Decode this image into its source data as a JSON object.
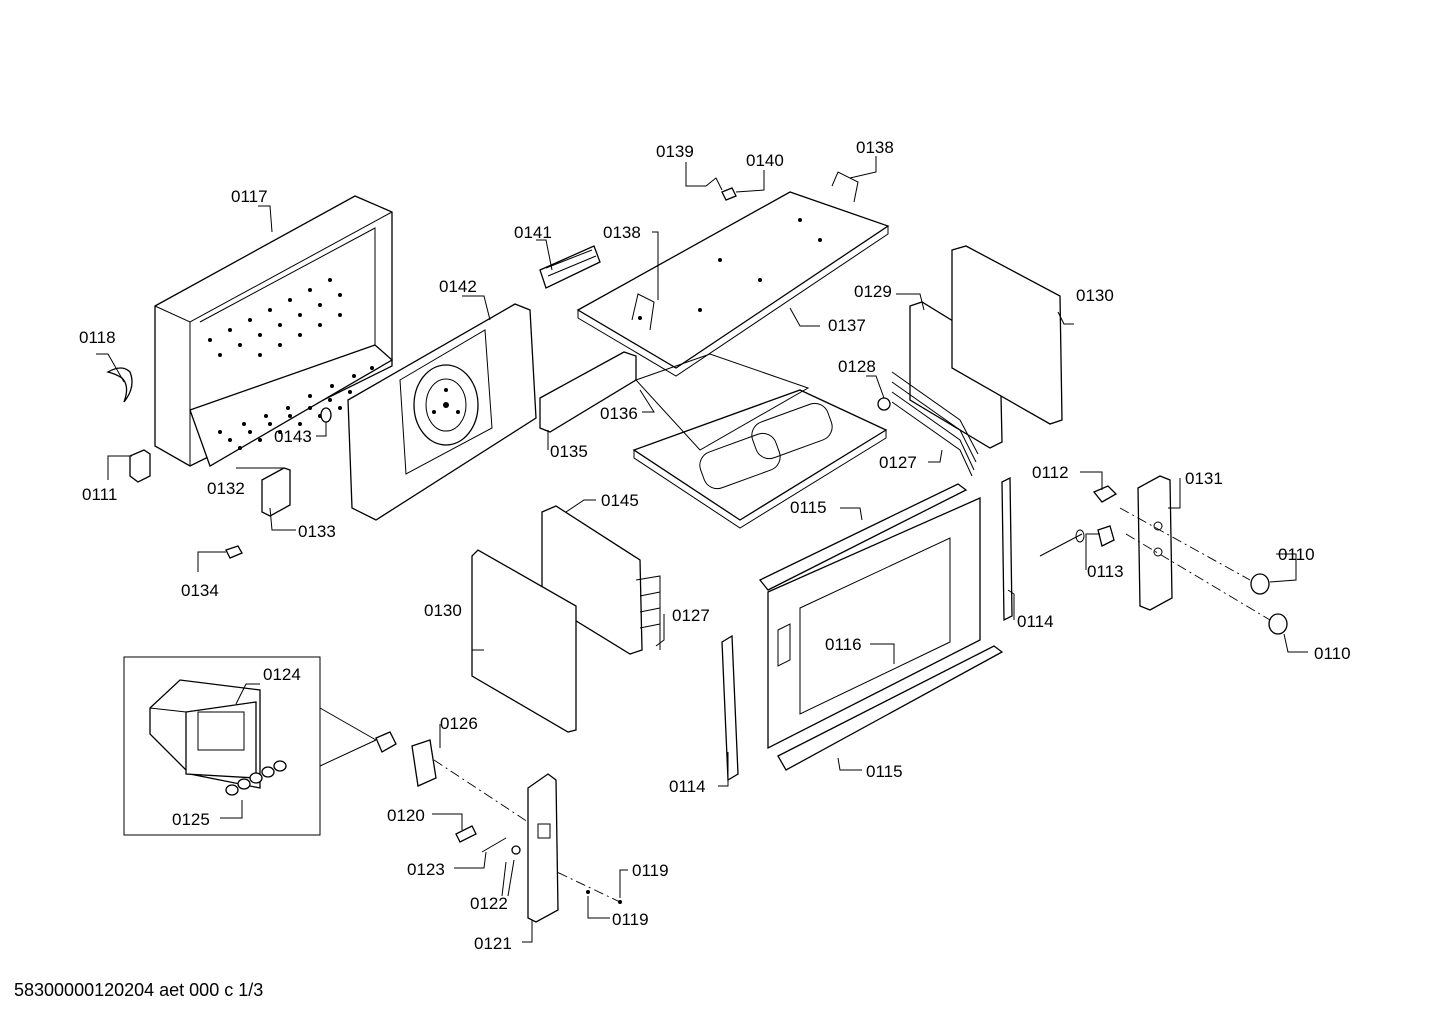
{
  "footer_code": "58300000120204 aet 000 c 1/3",
  "labels": {
    "l0117": "0117",
    "l0118": "0118",
    "l0111": "0111",
    "l0132": "0132",
    "l0133": "0133",
    "l0134": "0134",
    "l0143": "0143",
    "l0142": "0142",
    "l0141": "0141",
    "l0138a": "0138",
    "l0139": "0139",
    "l0140": "0140",
    "l0138b": "0138",
    "l0137": "0137",
    "l0129": "0129",
    "l0130a": "0130",
    "l0128": "0128",
    "l0127a": "0127",
    "l0136": "0136",
    "l0135": "0135",
    "l0145": "0145",
    "l0130b": "0130",
    "l0127b": "0127",
    "l0115a": "0115",
    "l0112": "0112",
    "l0131": "0131",
    "l0113": "0113",
    "l0114a": "0114",
    "l0110a": "0110",
    "l0110b": "0110",
    "l0116": "0116",
    "l0114b": "0114",
    "l0115b": "0115",
    "l0124": "0124",
    "l0125": "0125",
    "l0126": "0126",
    "l0120": "0120",
    "l0123": "0123",
    "l0122": "0122",
    "l0119a": "0119",
    "l0119b": "0119",
    "l0121": "0121"
  },
  "colors": {
    "line": "#000000",
    "background": "#ffffff"
  }
}
